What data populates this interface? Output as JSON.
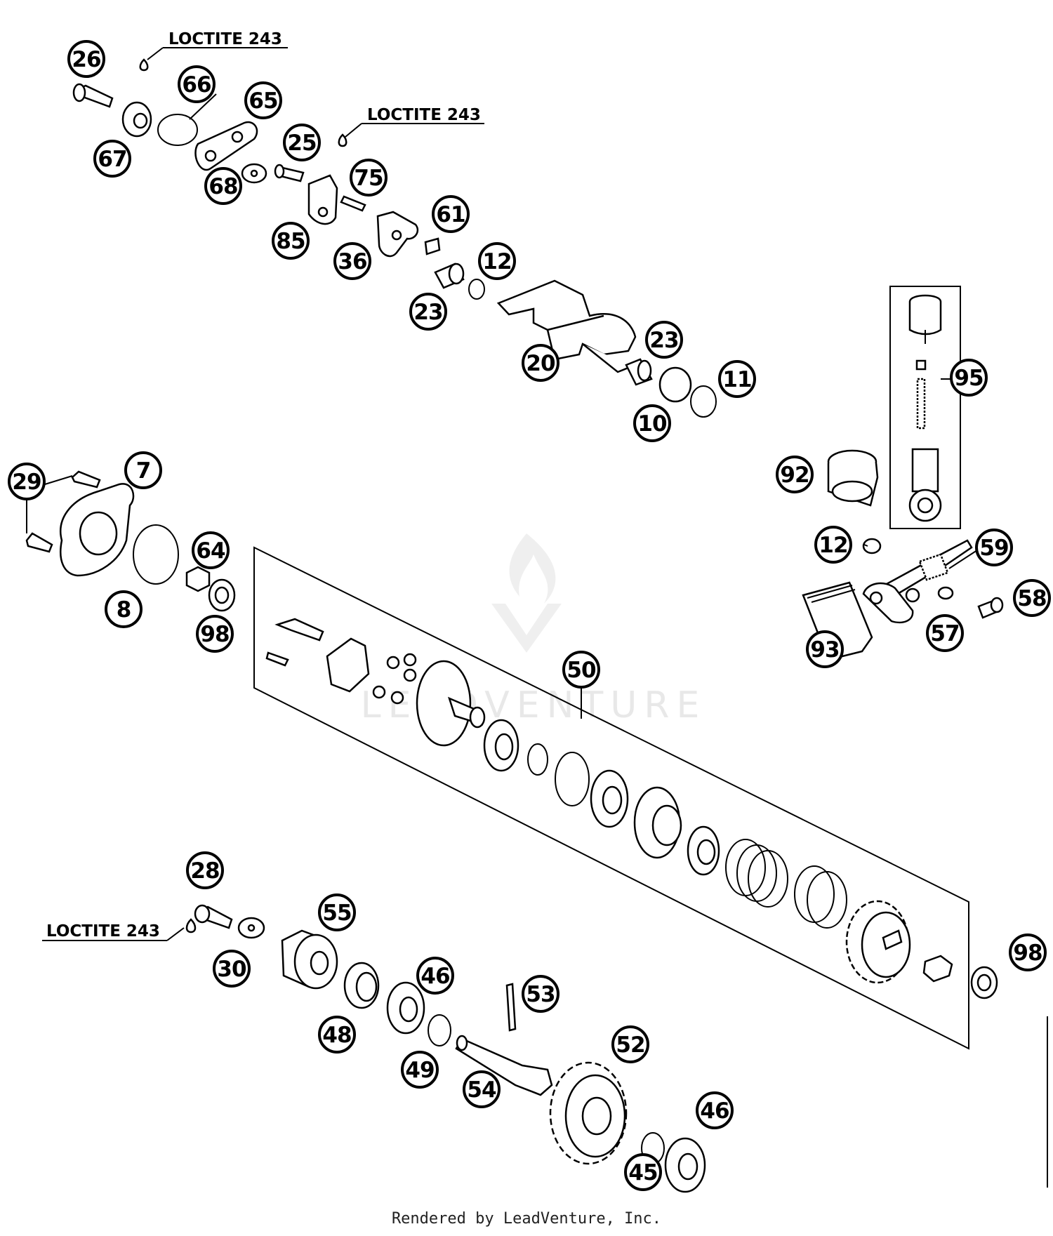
{
  "notes": {
    "loctite_1": "LOCTITE 243",
    "loctite_2": "LOCTITE 243",
    "loctite_3": "LOCTITE 243"
  },
  "callouts": [
    "26",
    "66",
    "65",
    "67",
    "25",
    "75",
    "68",
    "85",
    "61",
    "36",
    "12",
    "23",
    "20",
    "23",
    "10",
    "11",
    "95",
    "92",
    "7",
    "29",
    "64",
    "8",
    "98",
    "12",
    "59",
    "58",
    "57",
    "93",
    "50",
    "28",
    "55",
    "30",
    "46",
    "53",
    "48",
    "49",
    "52",
    "54",
    "46",
    "45",
    "98"
  ],
  "watermark": "LEADVENTURE",
  "footer": "Rendered by LeadVenture, Inc.",
  "colors": {
    "ink": "#000000",
    "paper": "#ffffff",
    "watermark": "#d9d9d9"
  }
}
